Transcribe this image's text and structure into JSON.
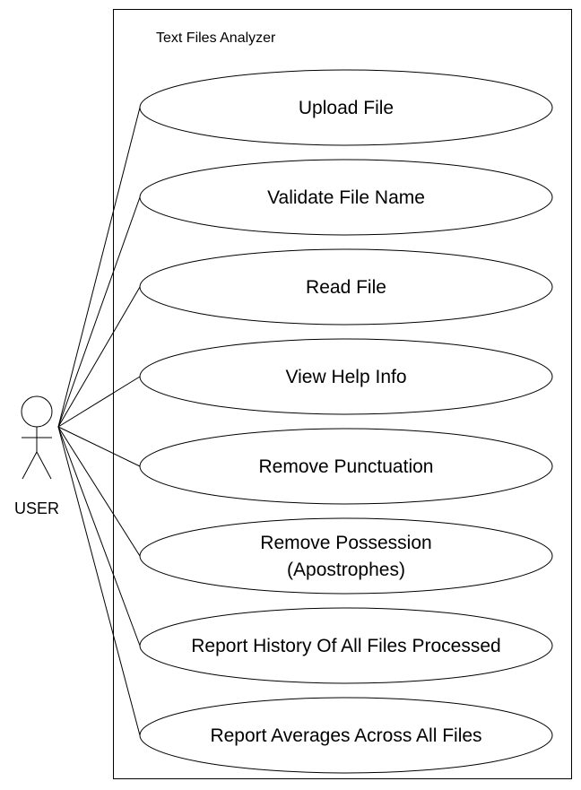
{
  "system": {
    "title": "Text Files Analyzer"
  },
  "actor": {
    "label": "USER"
  },
  "use_cases": [
    {
      "lines": [
        "Upload File"
      ]
    },
    {
      "lines": [
        "Validate File Name"
      ]
    },
    {
      "lines": [
        "Read File"
      ]
    },
    {
      "lines": [
        "View Help Info"
      ]
    },
    {
      "lines": [
        "Remove Punctuation"
      ]
    },
    {
      "lines": [
        "Remove Possession",
        "(Apostrophes)"
      ]
    },
    {
      "lines": [
        "Report History Of All Files Processed"
      ]
    },
    {
      "lines": [
        "Report Averages Across All Files"
      ]
    }
  ]
}
